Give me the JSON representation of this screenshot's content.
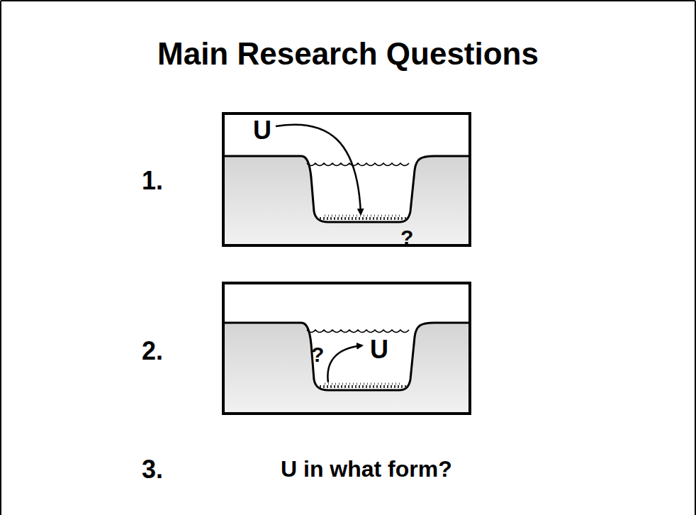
{
  "diagram": {
    "title": "Main Research Questions",
    "nodes": [
      {
        "text": [
          "U",
          "?"
        ]
      },
      {
        "text": [
          "?",
          "U"
        ]
      }
    ],
    "labels": [
      "1.",
      "2.",
      "3.",
      "U in what form?"
    ]
  }
}
